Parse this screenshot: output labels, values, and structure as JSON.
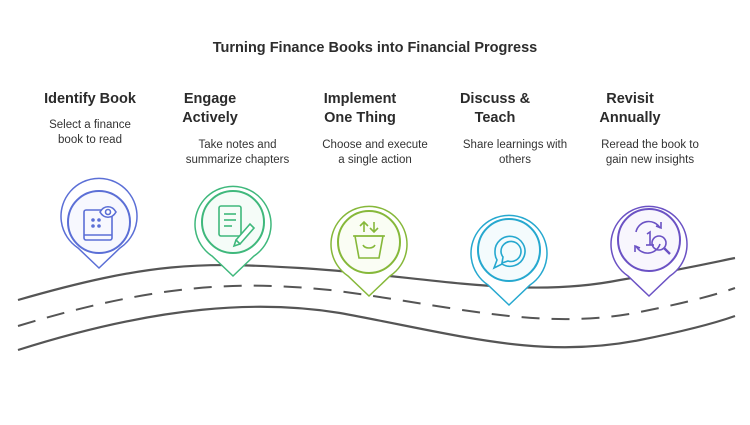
{
  "title": "Turning Finance Books into Financial Progress",
  "steps": [
    {
      "title": "Identify Book",
      "description": "Select a finance\nbook to read",
      "color": "#5b6fd6",
      "icon": "book-icon"
    },
    {
      "title": "Engage\nActively",
      "description": "Take notes and\nsummarize chapters",
      "color": "#3fb87c",
      "icon": "notes-writing-icon"
    },
    {
      "title": "Implement\nOne Thing",
      "description": "Choose and execute\na single action",
      "color": "#86b83a",
      "icon": "bucket-arrows-icon"
    },
    {
      "title": "Discuss &\nTeach",
      "description": "Share learnings with\nothers",
      "color": "#26a8cf",
      "icon": "chat-bubbles-icon"
    },
    {
      "title": "Revisit\nAnnually",
      "description": "Reread the book to\ngain new insights",
      "color": "#6b52c4",
      "icon": "magnifier-renew-icon"
    }
  ]
}
